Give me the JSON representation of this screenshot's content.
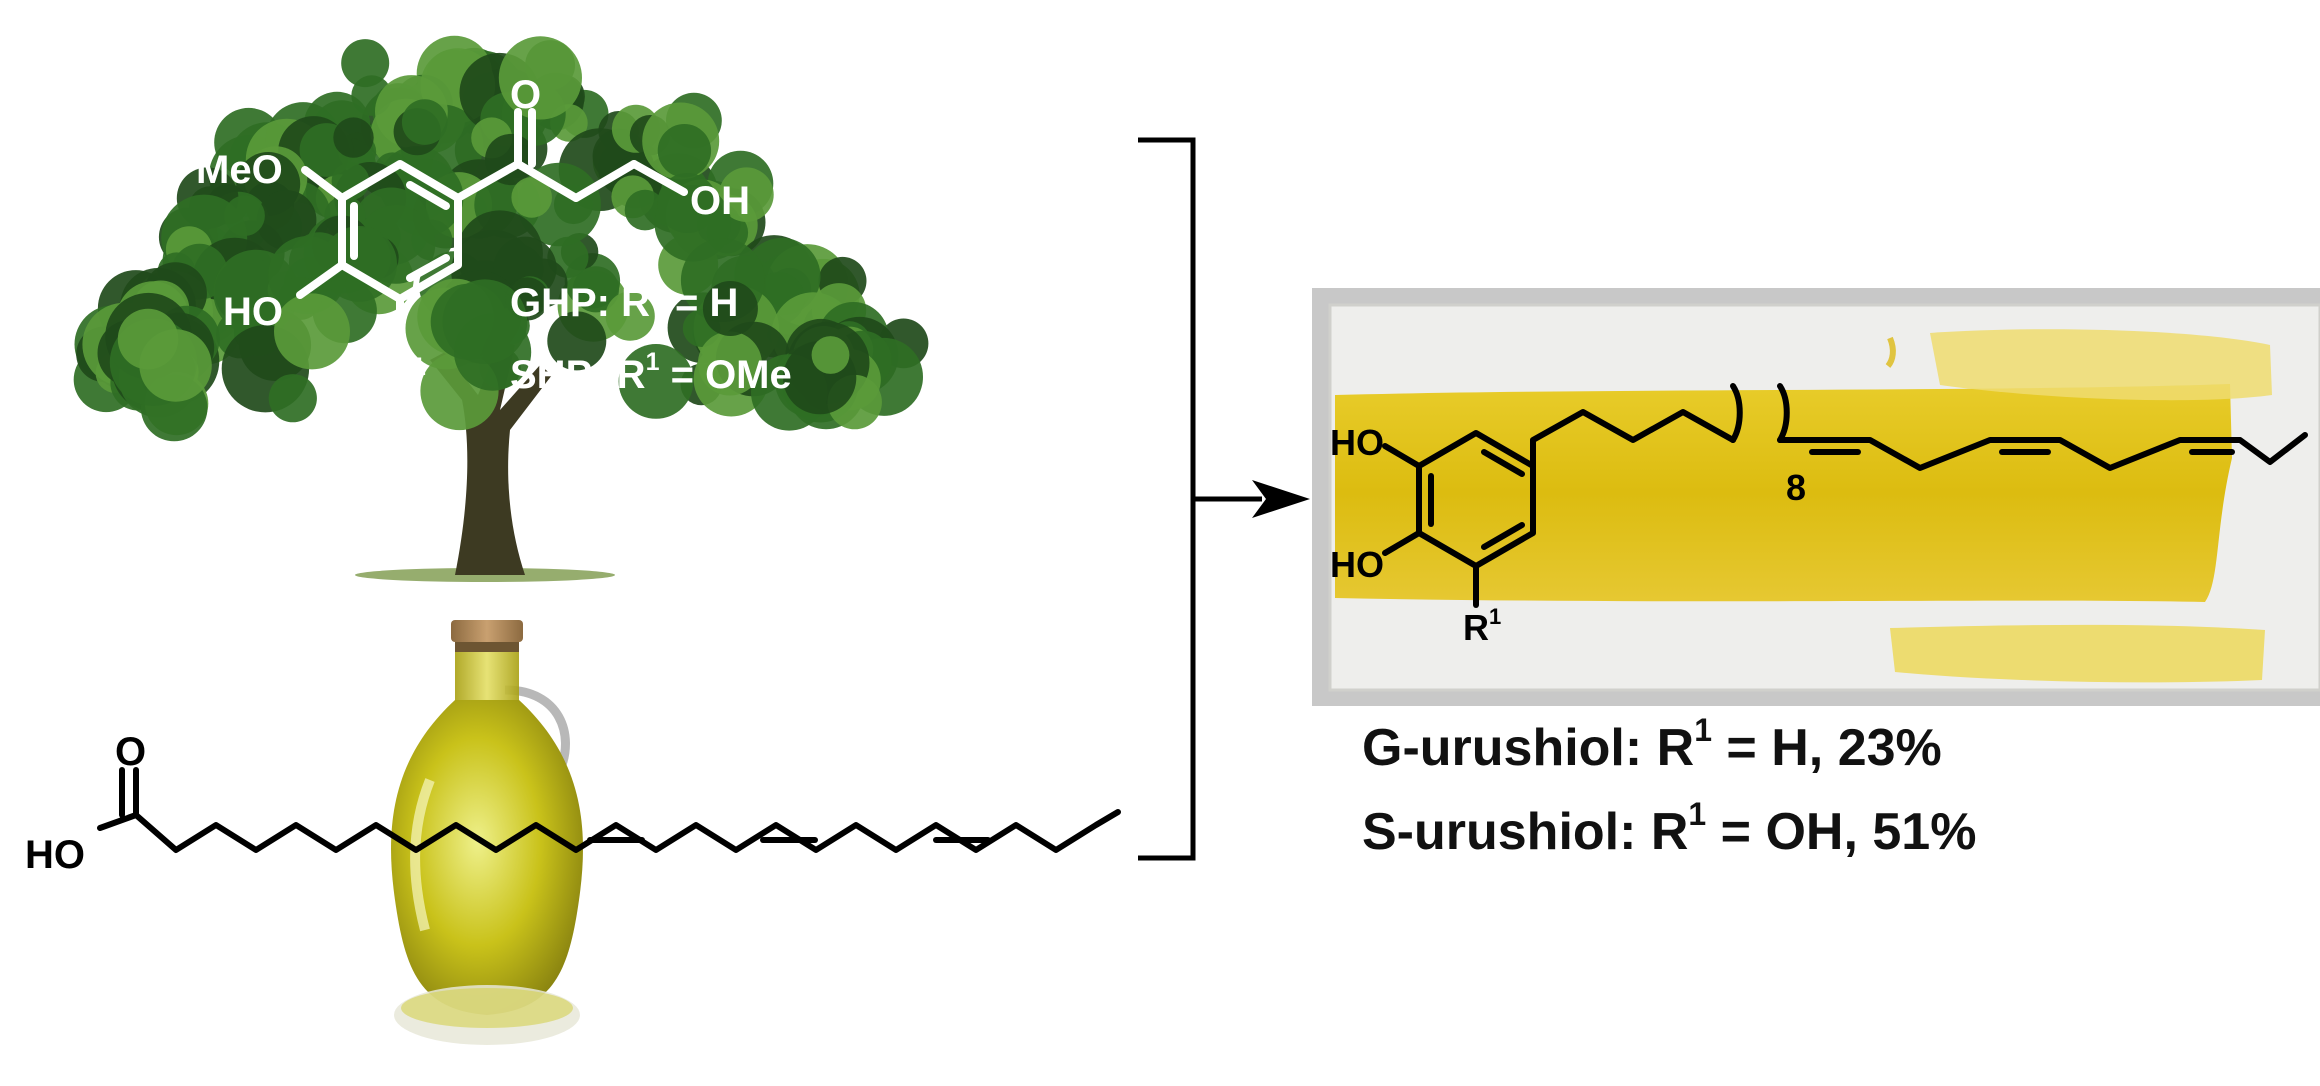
{
  "tree_molecule": {
    "methoxy_label": "MeO",
    "hydroxyl_label": "HO",
    "ketone_o_label": "O",
    "chain_oh_label": "OH",
    "r_label": "R",
    "r_superscript": "1",
    "ghp_line": {
      "prefix": "GHP: R",
      "sup": "1",
      "suffix": " = H"
    },
    "shp_line": {
      "prefix": "SHP: R",
      "sup": "1",
      "suffix": " = OMe"
    }
  },
  "acid_molecule": {
    "carbonyl_o_label": "O",
    "hydroxyl_label": "HO"
  },
  "product_molecule": {
    "hydroxyl_top_label": "HO",
    "hydroxyl_bottom_label": "HO",
    "repeat_subscript": "8",
    "r_label": "R",
    "r_superscript": "1"
  },
  "results": {
    "g_urushiol": {
      "prefix": "G-urushiol: R",
      "sup": "1",
      "suffix": " = H, 23%"
    },
    "s_urushiol": {
      "prefix": "S-urushiol: R",
      "sup": "1",
      "suffix": " = OH, 51%"
    }
  },
  "colors": {
    "foliage_dark": "#1f4a1a",
    "foliage_mid": "#2f6e24",
    "foliage_light": "#5a9a3a",
    "trunk": "#3d3a22",
    "oil": "#c9c21a",
    "oil_light": "#e6e27a",
    "cork": "#b08858",
    "plate": "#c8c8c8",
    "urushiol_stain": "#e2c416",
    "ink": "#000000"
  },
  "icons": [
    "tree-image",
    "olive-oil-bottle-image",
    "coated-plate-photo",
    "reaction-arrow-icon",
    "bracket-icon"
  ]
}
